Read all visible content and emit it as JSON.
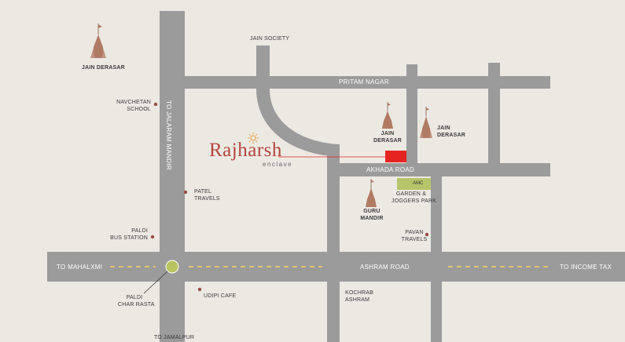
{
  "colors": {
    "background": "#ece9e3",
    "road": "#9b9b9b",
    "road_dash": "#e2c36c",
    "brand": "#b5453e",
    "project_marker": "#e52421",
    "park": "#b6c46a",
    "circle": "#b8c45f",
    "poi_dot": "#9b4b43",
    "temple_icon": "#b07a63"
  },
  "brand": {
    "name": "Rajharsh",
    "tagline": "enclave"
  },
  "roads": {
    "pritam_nagar": "PRITAM NAGAR",
    "akhada_road": "AKHADA ROAD",
    "ashram_road": "ASHRAM ROAD",
    "to_mahalxmi": "TO MAHALXMI",
    "to_income_tax": "TO INCOME TAX",
    "to_jalaram_mandir": "TO JALARAM MANDIR",
    "to_jamalpur": "TO JAMALPUR"
  },
  "places": {
    "jain_society": "JAIN SOCIETY",
    "jain_derasar_top_left": "JAIN DERASAR",
    "navchetan_school": {
      "line1": "NAVCHETAN",
      "line2": "SCHOOL"
    },
    "patel_travels": {
      "line1": "PATEL",
      "line2": "TRAVELS"
    },
    "paldi_bus_station": {
      "line1": "PALDI",
      "line2": "BUS STATION"
    },
    "paldi_char_rasta": {
      "line1": "PALDI",
      "line2": "CHAR RASTA"
    },
    "udipi_cafe": "UDIPI CAFE",
    "jain_derasar_center": {
      "line1": "JAIN",
      "line2": "DERASAR"
    },
    "jain_derasar_right": {
      "line1": "JAIN",
      "line2": "DERASAR"
    },
    "amc_garden": {
      "badge": "AMC",
      "line1": "GARDEN &",
      "line2": "JOGGERS PARK"
    },
    "guru_mandir": {
      "line1": "GURU",
      "line2": "MANDIR"
    },
    "pavan_travels": {
      "line1": "PAVAN",
      "line2": "TRAVELS"
    },
    "kochrab_ashram": {
      "line1": "KOCHRAB",
      "line2": "ASHRAM"
    }
  },
  "icons": {
    "temple": "temple-icon",
    "poi": "location-dot-icon",
    "project": "project-location-marker",
    "brand_logo": "sun-emblem-icon"
  }
}
